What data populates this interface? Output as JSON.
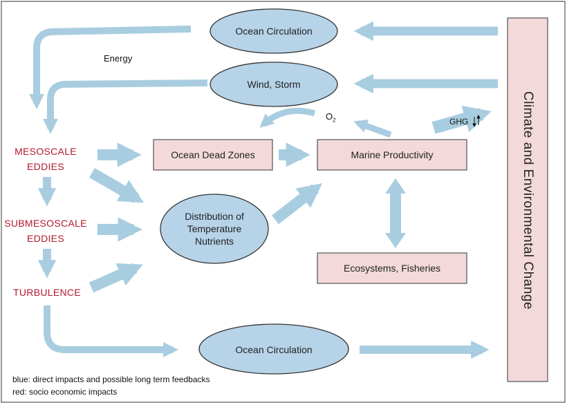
{
  "nodes": {
    "ocean_circulation_top": "Ocean Circulation",
    "wind_storm": "Wind, Storm",
    "ocean_dead_zones": "Ocean Dead Zones",
    "marine_productivity": "Marine Productivity",
    "distribution_line1": "Distribution of",
    "distribution_line2": "Temperature",
    "distribution_line3": "Nutrients",
    "ecosystems_fisheries": "Ecosystems, Fisheries",
    "ocean_circulation_bottom": "Ocean Circulation",
    "climate_change": "Climate and Environmental Change"
  },
  "processes": {
    "mesoscale_line1": "MESOSCALE",
    "mesoscale_line2": "EDDIES",
    "submesoscale_line1": "SUBMESOSCALE",
    "submesoscale_line2": "EDDIES",
    "turbulence": "TURBULENCE"
  },
  "labels": {
    "energy": "Energy",
    "oxygen": "O",
    "oxygen_subscript": "2",
    "ghg": "GHG"
  },
  "legend": {
    "blue": "blue: direct impacts and possible long term feedbacks",
    "red": "red: socio economic impacts"
  },
  "colors": {
    "arrow_blue": "#a9cde0",
    "ellipse_fill": "#b6d3e8",
    "box_pink": "#f3d9d9",
    "text_red": "#b2182b",
    "outline": "#333333"
  }
}
